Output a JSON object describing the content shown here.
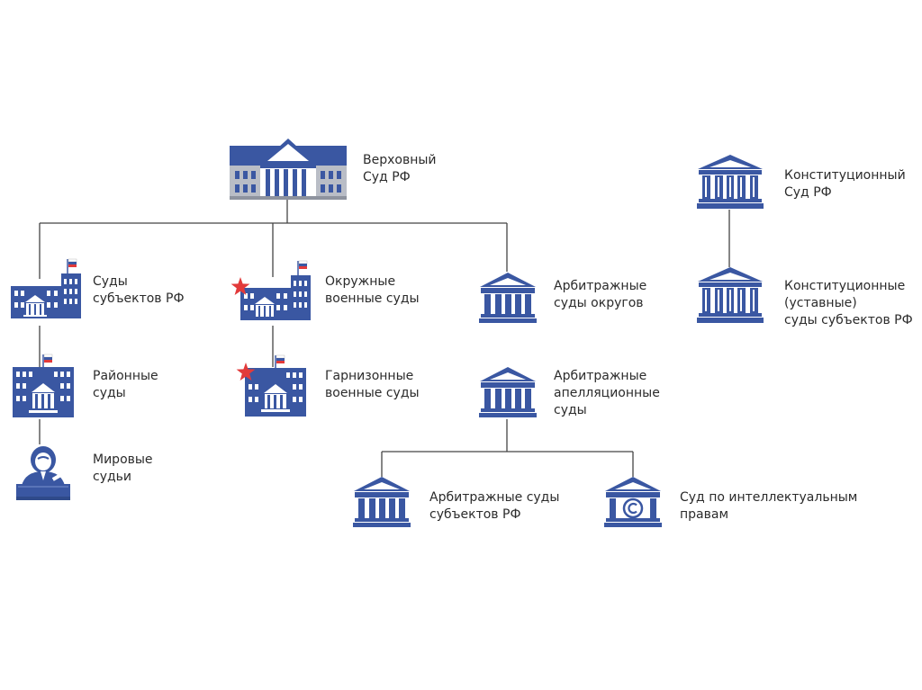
{
  "colors": {
    "primary": "#3a57a2",
    "dark": "#2f4a8a",
    "light": "#f3f5fa",
    "connector": "#444444",
    "star": "#e23a3a",
    "facade_grey": "#b9bdc6"
  },
  "nodes": {
    "supreme": {
      "icon": "supreme-court-building-icon",
      "lines": [
        "Верховный",
        "Суд РФ"
      ]
    },
    "regional": {
      "icon": "government-building-flag-icon",
      "lines": [
        "Суды",
        "субъектов РФ"
      ]
    },
    "district": {
      "icon": "government-building-flag-icon",
      "lines": [
        "Районные",
        "суды"
      ]
    },
    "magistrates": {
      "icon": "judge-at-desk-icon",
      "lines": [
        "Мировые",
        "судьи"
      ]
    },
    "military_district": {
      "icon": "military-court-building-star-icon",
      "lines": [
        "Окружные",
        "военные суды"
      ]
    },
    "garrison": {
      "icon": "military-court-building-star-icon",
      "lines": [
        "Гарнизонные",
        "военные суды"
      ]
    },
    "arbitration_district": {
      "icon": "courthouse-columns-icon",
      "lines": [
        "Арбитражные",
        "суды округов"
      ]
    },
    "arbitration_appeal": {
      "icon": "courthouse-columns-icon",
      "lines": [
        "Арбитражные",
        "апелляционные",
        "суды"
      ]
    },
    "arbitration_regional": {
      "icon": "courthouse-columns-icon",
      "lines": [
        "Арбитражные суды",
        "субъектов РФ"
      ]
    },
    "ip_court": {
      "icon": "copyright-courthouse-icon",
      "lines": [
        "Суд по интеллектуальным",
        "правам"
      ]
    },
    "constitutional": {
      "icon": "constitutional-court-icon",
      "lines": [
        "Конституционный",
        "Суд РФ"
      ]
    },
    "constitutional_regional": {
      "icon": "constitutional-court-icon",
      "lines": [
        "Конституционные",
        "(уставные)",
        "суды субъектов РФ"
      ]
    }
  }
}
